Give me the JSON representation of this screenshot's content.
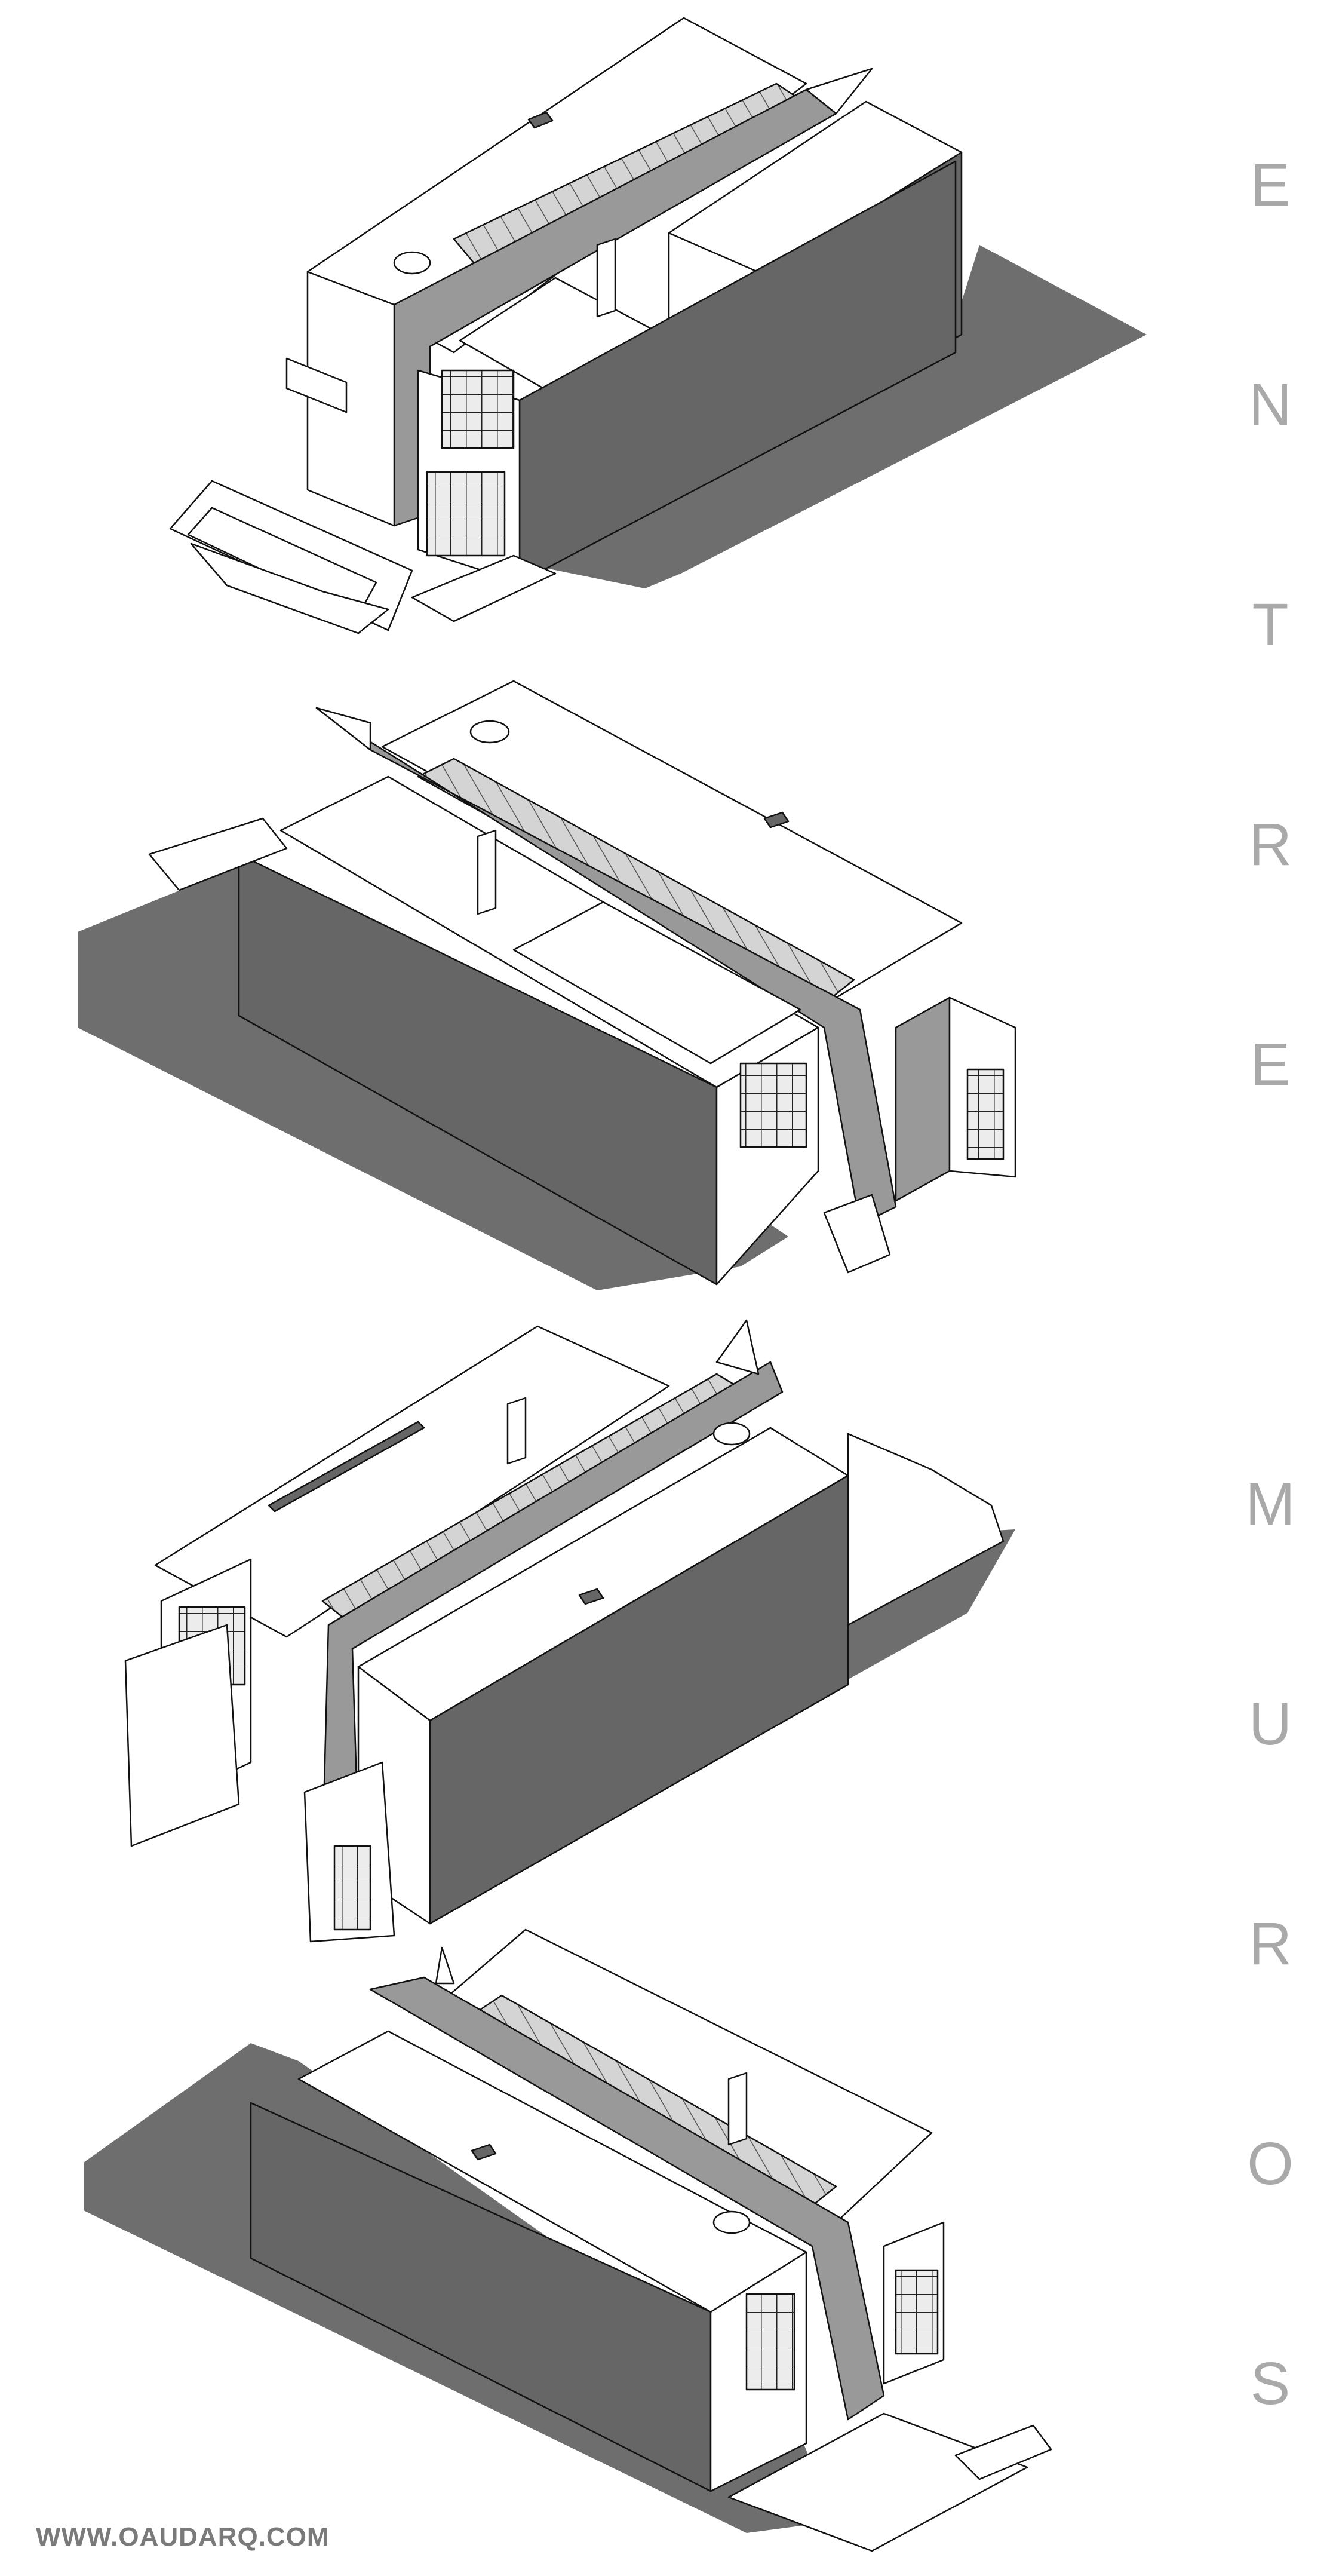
{
  "title": {
    "word1": [
      "E",
      "N",
      "T",
      "R",
      "E"
    ],
    "word2": [
      "M",
      "U",
      "R",
      "O",
      "S"
    ]
  },
  "website": "WWW.OAUDARQ.COM",
  "views": [
    {
      "id": "view-1",
      "label": "axonometric-view-1"
    },
    {
      "id": "view-2",
      "label": "axonometric-view-2"
    },
    {
      "id": "view-3",
      "label": "axonometric-view-3"
    },
    {
      "id": "view-4",
      "label": "axonometric-view-4"
    }
  ],
  "colors": {
    "shadow": "#6e6e6e",
    "wall_dark": "#666666",
    "wall_mid": "#999999",
    "face_light": "#ffffff",
    "line": "#111111",
    "title_gray": "#a9a9a9",
    "footer_gray": "#7a7a7a"
  }
}
